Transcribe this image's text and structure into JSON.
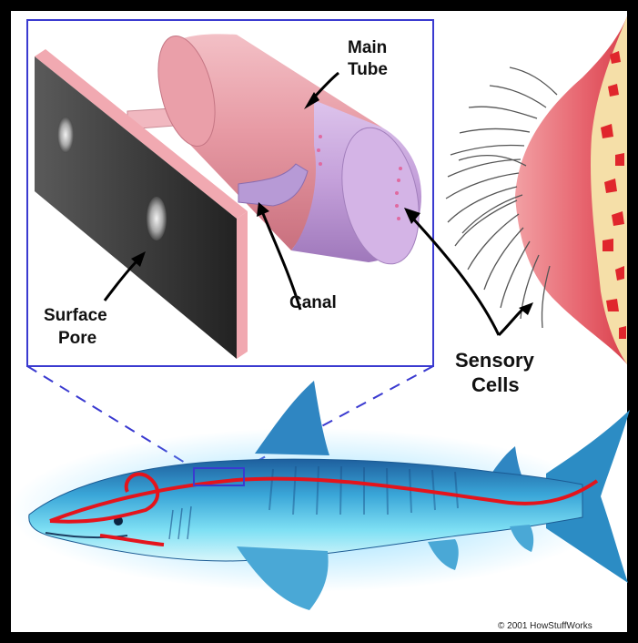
{
  "labels": {
    "main_tube": [
      "Main",
      "Tube"
    ],
    "canal": "Canal",
    "surface_pore": [
      "Surface",
      "Pore"
    ],
    "sensory_cells": [
      "Sensory",
      "Cells"
    ]
  },
  "copyright": "© 2001 HowStuffWorks",
  "colors": {
    "frame": "#000000",
    "panel_bg": "#ffffff",
    "inset_border": "#3a3ad0",
    "zoom_lines": "#3a3ad0",
    "lateral_line": "#e4141c",
    "tube_pink": "#e8a0a8",
    "tube_lavender": "#c9a6dc",
    "shark_blue": "#3ab8e0"
  },
  "icons": [
    "arrow-icon"
  ]
}
